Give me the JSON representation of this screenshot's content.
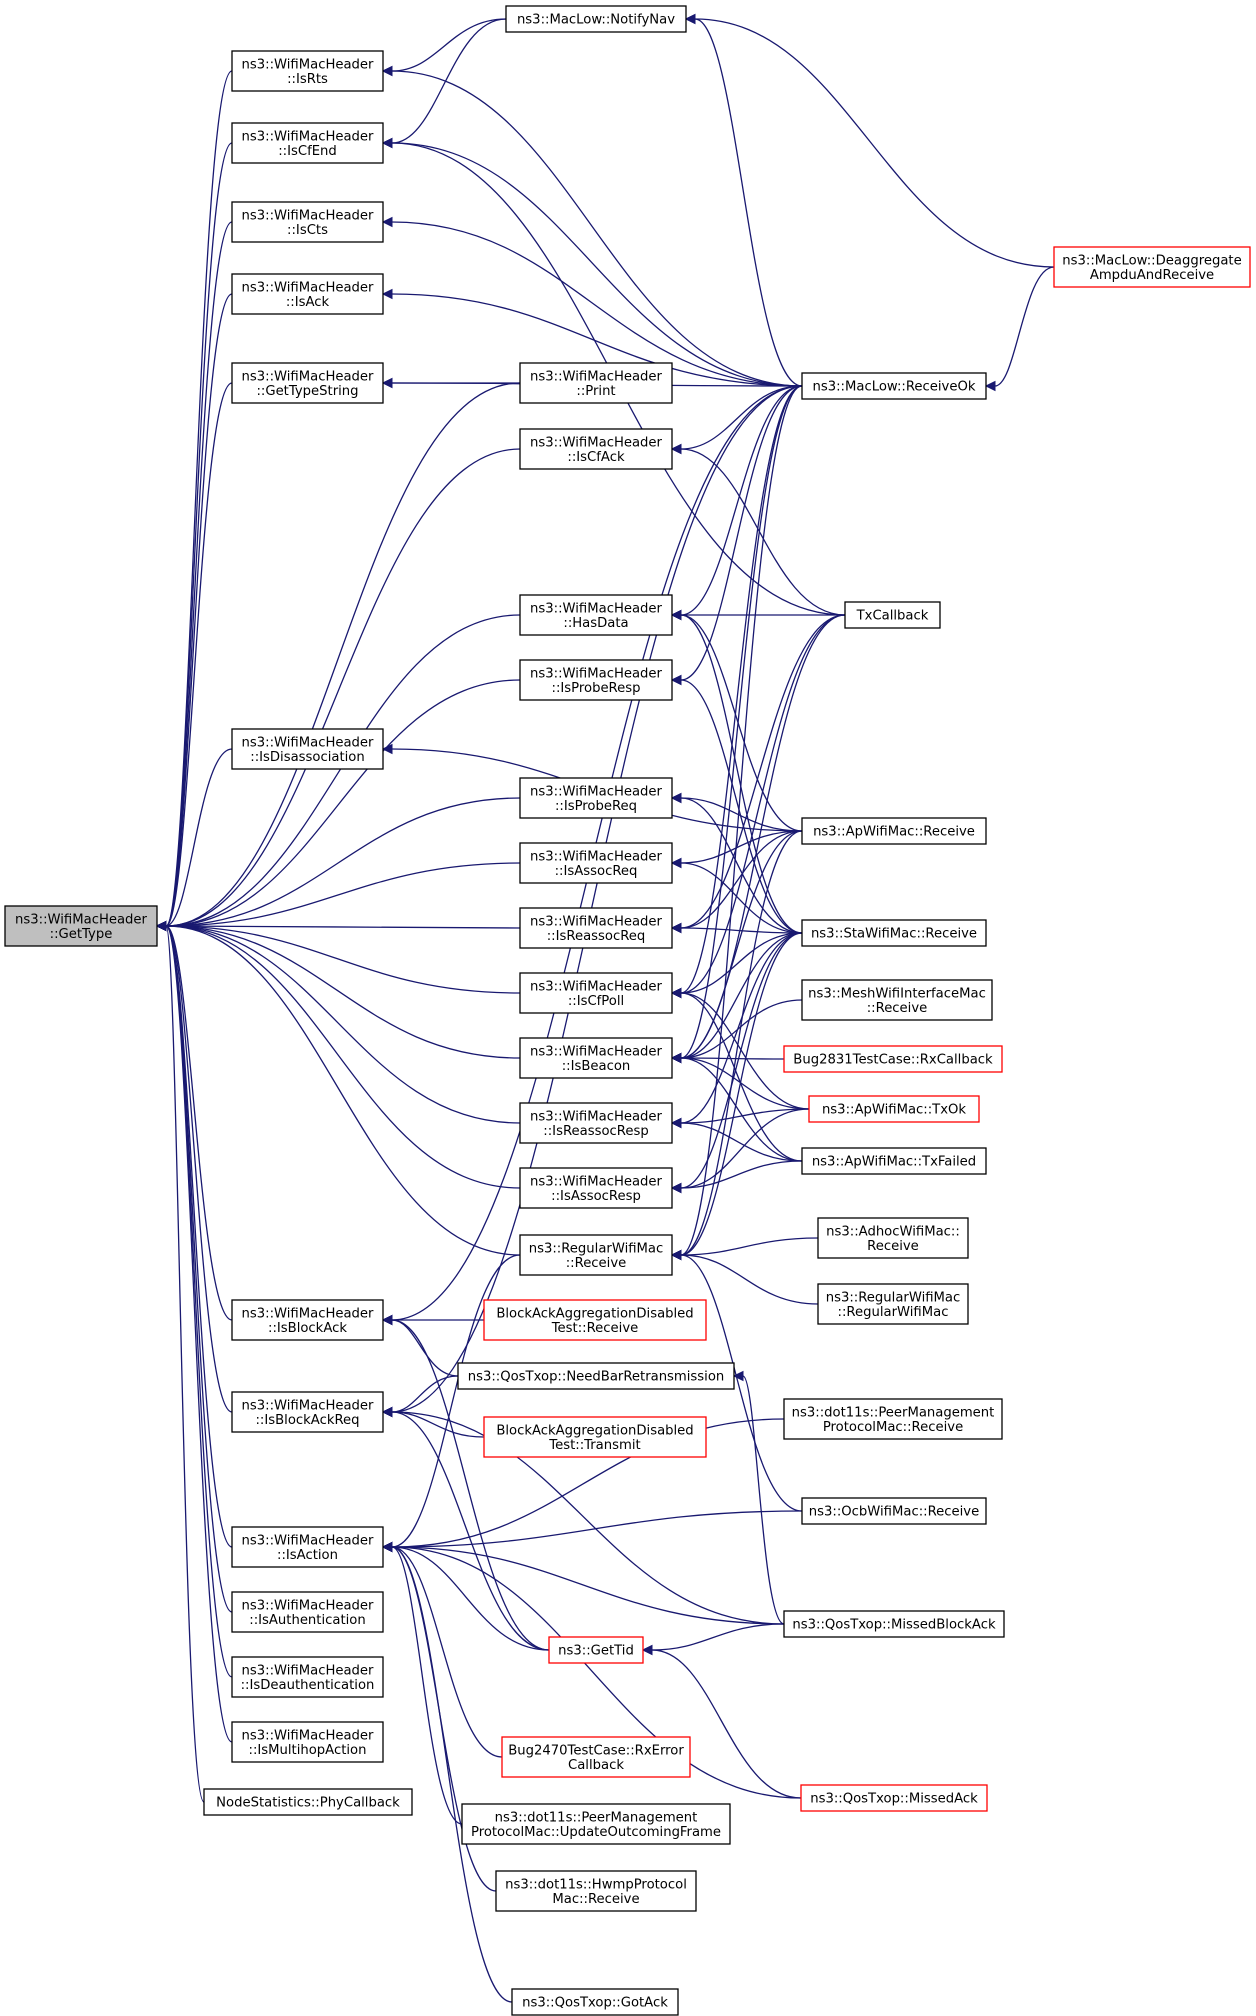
{
  "nodes": [
    {
      "id": "gettype",
      "lines": [
        "ns3::WifiMacHeader",
        "::GetType"
      ],
      "style": "root"
    },
    {
      "id": "isrts",
      "lines": [
        "ns3::WifiMacHeader",
        "::IsRts"
      ],
      "style": "normal"
    },
    {
      "id": "iscfend",
      "lines": [
        "ns3::WifiMacHeader",
        "::IsCfEnd"
      ],
      "style": "normal"
    },
    {
      "id": "iscts",
      "lines": [
        "ns3::WifiMacHeader",
        "::IsCts"
      ],
      "style": "normal"
    },
    {
      "id": "isack",
      "lines": [
        "ns3::WifiMacHeader",
        "::IsAck"
      ],
      "style": "normal"
    },
    {
      "id": "gettypestring",
      "lines": [
        "ns3::WifiMacHeader",
        "::GetTypeString"
      ],
      "style": "normal"
    },
    {
      "id": "isdisassoc",
      "lines": [
        "ns3::WifiMacHeader",
        "::IsDisassociation"
      ],
      "style": "normal"
    },
    {
      "id": "isblockack",
      "lines": [
        "ns3::WifiMacHeader",
        "::IsBlockAck"
      ],
      "style": "normal"
    },
    {
      "id": "isblockackreq",
      "lines": [
        "ns3::WifiMacHeader",
        "::IsBlockAckReq"
      ],
      "style": "normal"
    },
    {
      "id": "isaction",
      "lines": [
        "ns3::WifiMacHeader",
        "::IsAction"
      ],
      "style": "normal"
    },
    {
      "id": "isauth",
      "lines": [
        "ns3::WifiMacHeader",
        "::IsAuthentication"
      ],
      "style": "normal"
    },
    {
      "id": "isdeauth",
      "lines": [
        "ns3::WifiMacHeader",
        "::IsDeauthentication"
      ],
      "style": "normal"
    },
    {
      "id": "ismultihop",
      "lines": [
        "ns3::WifiMacHeader",
        "::IsMultihopAction"
      ],
      "style": "normal"
    },
    {
      "id": "phycallback",
      "lines": [
        "NodeStatistics::PhyCallback"
      ],
      "style": "normal"
    },
    {
      "id": "notifynav",
      "lines": [
        "ns3::MacLow::NotifyNav"
      ],
      "style": "normal"
    },
    {
      "id": "print",
      "lines": [
        "ns3::WifiMacHeader",
        "::Print"
      ],
      "style": "normal"
    },
    {
      "id": "iscfack",
      "lines": [
        "ns3::WifiMacHeader",
        "::IsCfAck"
      ],
      "style": "normal"
    },
    {
      "id": "hasdata",
      "lines": [
        "ns3::WifiMacHeader",
        "::HasData"
      ],
      "style": "normal"
    },
    {
      "id": "isproberesp",
      "lines": [
        "ns3::WifiMacHeader",
        "::IsProbeResp"
      ],
      "style": "normal"
    },
    {
      "id": "isprobereq",
      "lines": [
        "ns3::WifiMacHeader",
        "::IsProbeReq"
      ],
      "style": "normal"
    },
    {
      "id": "isassocreq",
      "lines": [
        "ns3::WifiMacHeader",
        "::IsAssocReq"
      ],
      "style": "normal"
    },
    {
      "id": "isreassocreq",
      "lines": [
        "ns3::WifiMacHeader",
        "::IsReassocReq"
      ],
      "style": "normal"
    },
    {
      "id": "iscfpoll",
      "lines": [
        "ns3::WifiMacHeader",
        "::IsCfPoll"
      ],
      "style": "normal"
    },
    {
      "id": "isbeacon",
      "lines": [
        "ns3::WifiMacHeader",
        "::IsBeacon"
      ],
      "style": "normal"
    },
    {
      "id": "isreassocresp",
      "lines": [
        "ns3::WifiMacHeader",
        "::IsReassocResp"
      ],
      "style": "normal"
    },
    {
      "id": "isassocresp",
      "lines": [
        "ns3::WifiMacHeader",
        "::IsAssocResp"
      ],
      "style": "normal"
    },
    {
      "id": "regularreceive",
      "lines": [
        "ns3::RegularWifiMac",
        "::Receive"
      ],
      "style": "normal"
    },
    {
      "id": "baadtreceive",
      "lines": [
        "BlockAckAggregationDisabled",
        "Test::Receive"
      ],
      "style": "red"
    },
    {
      "id": "needbar",
      "lines": [
        "ns3::QosTxop::NeedBarRetransmission"
      ],
      "style": "normal"
    },
    {
      "id": "baadttransmit",
      "lines": [
        "BlockAckAggregationDisabled",
        "Test::Transmit"
      ],
      "style": "red"
    },
    {
      "id": "gettid",
      "lines": [
        "ns3::GetTid"
      ],
      "style": "red"
    },
    {
      "id": "bug2470",
      "lines": [
        "Bug2470TestCase::RxError",
        "Callback"
      ],
      "style": "red"
    },
    {
      "id": "pmpupdate",
      "lines": [
        "ns3::dot11s::PeerManagement",
        "ProtocolMac::UpdateOutcomingFrame"
      ],
      "style": "normal"
    },
    {
      "id": "hwmpreceive",
      "lines": [
        "ns3::dot11s::HwmpProtocol",
        "Mac::Receive"
      ],
      "style": "normal"
    },
    {
      "id": "gotack",
      "lines": [
        "ns3::QosTxop::GotAck"
      ],
      "style": "normal"
    },
    {
      "id": "deaggregate",
      "lines": [
        "ns3::MacLow::Deaggregate",
        "AmpduAndReceive"
      ],
      "style": "red"
    },
    {
      "id": "receiveok",
      "lines": [
        "ns3::MacLow::ReceiveOk"
      ],
      "style": "normal"
    },
    {
      "id": "txcallback",
      "lines": [
        "TxCallback"
      ],
      "style": "normal"
    },
    {
      "id": "apreceive",
      "lines": [
        "ns3::ApWifiMac::Receive"
      ],
      "style": "normal"
    },
    {
      "id": "stareceive",
      "lines": [
        "ns3::StaWifiMac::Receive"
      ],
      "style": "normal"
    },
    {
      "id": "meshreceive",
      "lines": [
        "ns3::MeshWifiInterfaceMac",
        "::Receive"
      ],
      "style": "normal"
    },
    {
      "id": "bug2831",
      "lines": [
        "Bug2831TestCase::RxCallback"
      ],
      "style": "red"
    },
    {
      "id": "aptxok",
      "lines": [
        "ns3::ApWifiMac::TxOk"
      ],
      "style": "red"
    },
    {
      "id": "aptxfailed",
      "lines": [
        "ns3::ApWifiMac::TxFailed"
      ],
      "style": "normal"
    },
    {
      "id": "adhocreceive",
      "lines": [
        "ns3::AdhocWifiMac::",
        "Receive"
      ],
      "style": "normal"
    },
    {
      "id": "regularctor",
      "lines": [
        "ns3::RegularWifiMac",
        "::RegularWifiMac"
      ],
      "style": "normal"
    },
    {
      "id": "pmpreceive",
      "lines": [
        "ns3::dot11s::PeerManagement",
        "ProtocolMac::Receive"
      ],
      "style": "normal"
    },
    {
      "id": "ocbreceive",
      "lines": [
        "ns3::OcbWifiMac::Receive"
      ],
      "style": "normal"
    },
    {
      "id": "missedblockack",
      "lines": [
        "ns3::QosTxop::MissedBlockAck"
      ],
      "style": "normal"
    },
    {
      "id": "missedack",
      "lines": [
        "ns3::QosTxop::MissedAck"
      ],
      "style": "red"
    }
  ],
  "edges": [
    [
      "gettype",
      "isrts"
    ],
    [
      "gettype",
      "iscfend"
    ],
    [
      "gettype",
      "iscts"
    ],
    [
      "gettype",
      "isack"
    ],
    [
      "gettype",
      "gettypestring"
    ],
    [
      "gettype",
      "print"
    ],
    [
      "gettype",
      "iscfack"
    ],
    [
      "gettype",
      "hasdata"
    ],
    [
      "gettype",
      "isproberesp"
    ],
    [
      "gettype",
      "isdisassoc"
    ],
    [
      "gettype",
      "isprobereq"
    ],
    [
      "gettype",
      "isassocreq"
    ],
    [
      "gettype",
      "isreassocreq"
    ],
    [
      "gettype",
      "iscfpoll"
    ],
    [
      "gettype",
      "isbeacon"
    ],
    [
      "gettype",
      "isreassocresp"
    ],
    [
      "gettype",
      "isassocresp"
    ],
    [
      "gettype",
      "regularreceive"
    ],
    [
      "gettype",
      "isblockack"
    ],
    [
      "gettype",
      "isblockackreq"
    ],
    [
      "gettype",
      "isaction"
    ],
    [
      "gettype",
      "isauth"
    ],
    [
      "gettype",
      "isdeauth"
    ],
    [
      "gettype",
      "ismultihop"
    ],
    [
      "gettype",
      "phycallback"
    ],
    [
      "isrts",
      "notifynav"
    ],
    [
      "isrts",
      "receiveok"
    ],
    [
      "iscfend",
      "notifynav"
    ],
    [
      "iscfend",
      "receiveok"
    ],
    [
      "iscfend",
      "txcallback"
    ],
    [
      "iscts",
      "receiveok"
    ],
    [
      "isack",
      "receiveok"
    ],
    [
      "gettypestring",
      "print"
    ],
    [
      "gettypestring",
      "receiveok"
    ],
    [
      "notifynav",
      "receiveok"
    ],
    [
      "notifynav",
      "deaggregate"
    ],
    [
      "receiveok",
      "deaggregate"
    ],
    [
      "iscfack",
      "receiveok"
    ],
    [
      "iscfack",
      "txcallback"
    ],
    [
      "hasdata",
      "receiveok"
    ],
    [
      "hasdata",
      "txcallback"
    ],
    [
      "hasdata",
      "apreceive"
    ],
    [
      "hasdata",
      "stareceive"
    ],
    [
      "isproberesp",
      "receiveok"
    ],
    [
      "isproberesp",
      "stareceive"
    ],
    [
      "isdisassoc",
      "apreceive"
    ],
    [
      "isprobereq",
      "apreceive"
    ],
    [
      "isprobereq",
      "stareceive"
    ],
    [
      "isassocreq",
      "apreceive"
    ],
    [
      "isassocreq",
      "stareceive"
    ],
    [
      "isreassocreq",
      "apreceive"
    ],
    [
      "isreassocreq",
      "stareceive"
    ],
    [
      "isreassocreq",
      "txcallback"
    ],
    [
      "iscfpoll",
      "stareceive"
    ],
    [
      "iscfpoll",
      "receiveok"
    ],
    [
      "iscfpoll",
      "txcallback"
    ],
    [
      "iscfpoll",
      "aptxok"
    ],
    [
      "iscfpoll",
      "aptxfailed"
    ],
    [
      "isbeacon",
      "stareceive"
    ],
    [
      "isbeacon",
      "meshreceive"
    ],
    [
      "isbeacon",
      "bug2831"
    ],
    [
      "isbeacon",
      "aptxok"
    ],
    [
      "isbeacon",
      "aptxfailed"
    ],
    [
      "isbeacon",
      "receiveok"
    ],
    [
      "isbeacon",
      "txcallback"
    ],
    [
      "isbeacon",
      "apreceive"
    ],
    [
      "isreassocresp",
      "aptxok"
    ],
    [
      "isreassocresp",
      "aptxfailed"
    ],
    [
      "isreassocresp",
      "stareceive"
    ],
    [
      "isassocresp",
      "aptxok"
    ],
    [
      "isassocresp",
      "aptxfailed"
    ],
    [
      "isassocresp",
      "stareceive"
    ],
    [
      "regularreceive",
      "adhocreceive"
    ],
    [
      "regularreceive",
      "regularctor"
    ],
    [
      "regularreceive",
      "stareceive"
    ],
    [
      "regularreceive",
      "apreceive"
    ],
    [
      "regularreceive",
      "receiveok"
    ],
    [
      "regularreceive",
      "ocbreceive"
    ],
    [
      "isblockack",
      "baadtreceive"
    ],
    [
      "isblockack",
      "needbar"
    ],
    [
      "isblockack",
      "gettid"
    ],
    [
      "isblockack",
      "receiveok"
    ],
    [
      "isblockackreq",
      "needbar"
    ],
    [
      "isblockackreq",
      "baadttransmit"
    ],
    [
      "isblockackreq",
      "missedblockack"
    ],
    [
      "isblockackreq",
      "gettid"
    ],
    [
      "isblockackreq",
      "receiveok"
    ],
    [
      "needbar",
      "missedblockack"
    ],
    [
      "isaction",
      "pmpreceive"
    ],
    [
      "isaction",
      "ocbreceive"
    ],
    [
      "isaction",
      "gettid"
    ],
    [
      "isaction",
      "missedblockack"
    ],
    [
      "isaction",
      "bug2470"
    ],
    [
      "isaction",
      "pmpupdate"
    ],
    [
      "isaction",
      "hwmpreceive"
    ],
    [
      "isaction",
      "gotack"
    ],
    [
      "isaction",
      "missedack"
    ],
    [
      "isaction",
      "regularreceive"
    ],
    [
      "gettid",
      "missedblockack"
    ],
    [
      "gettid",
      "missedack"
    ]
  ]
}
